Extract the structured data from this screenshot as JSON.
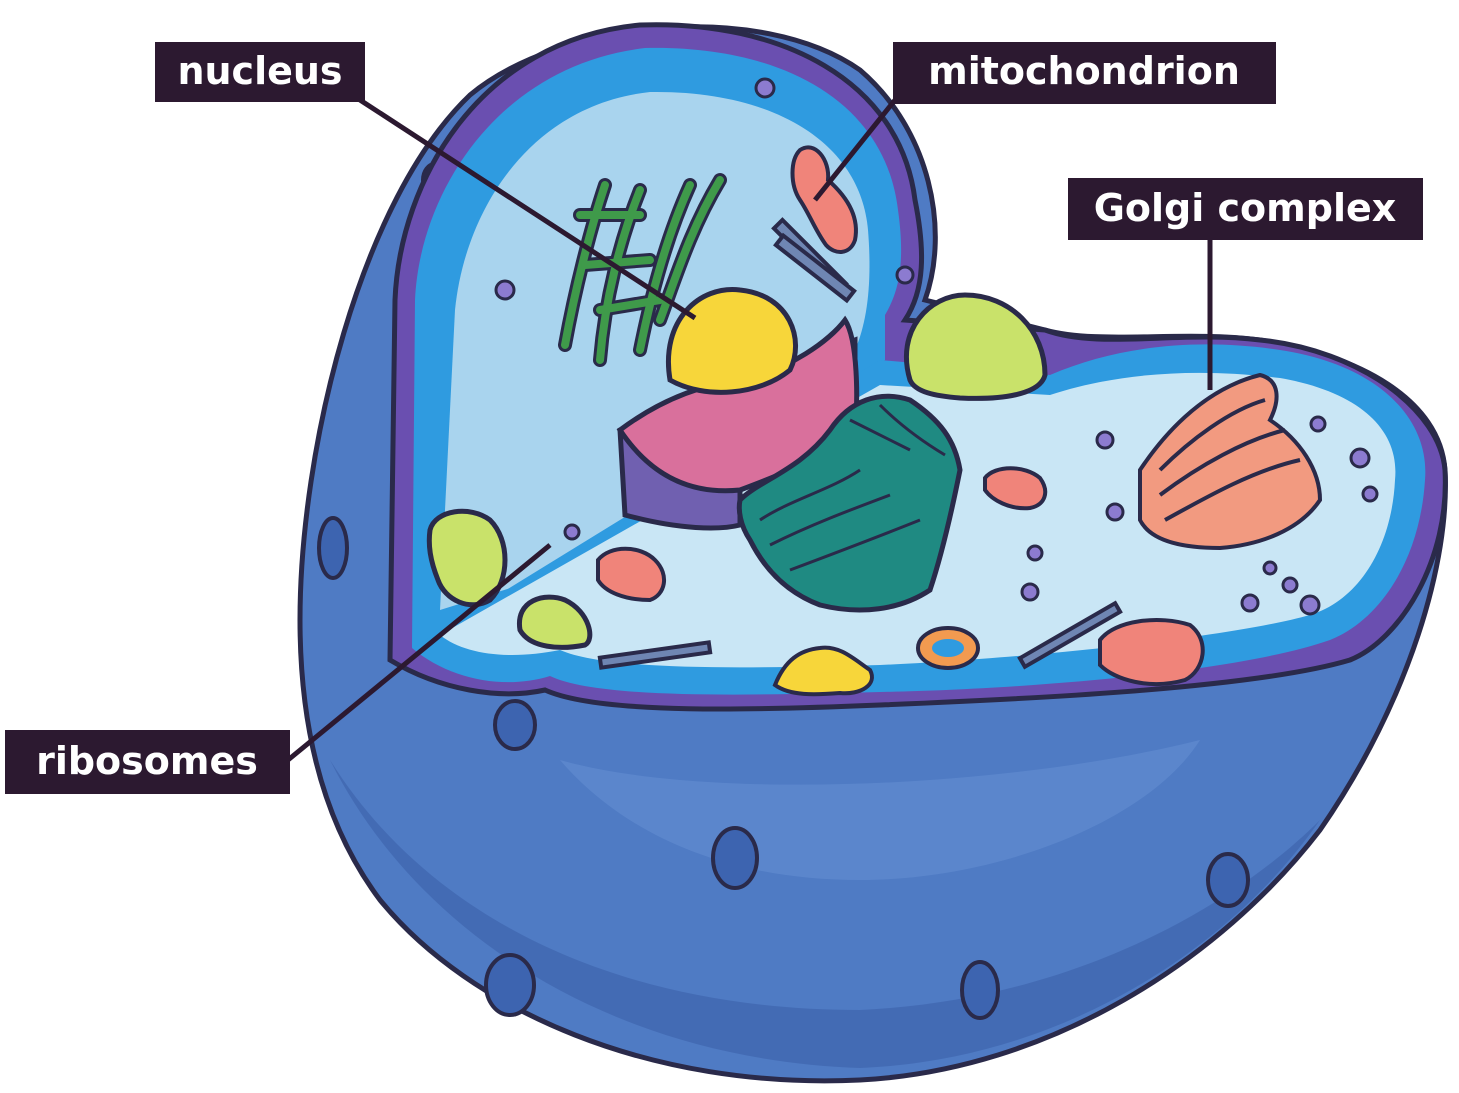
{
  "labels": {
    "nucleus": "nucleus",
    "mitochondrion": "mitochondrion",
    "golgi": "Golgi complex",
    "ribosomes": "ribosomes"
  },
  "colors": {
    "outer_membrane": "#4f7bc4",
    "outer_membrane_dark": "#3a5fa8",
    "membrane_rim": "#6a4fb0",
    "cytoplasm_wall": "#2f9be0",
    "cytoplasm_inner": "#a9d4ee",
    "cytoplasm_floor": "#c9e6f5",
    "nucleus_top": "#d9709c",
    "nucleus_side": "#7060b0",
    "nucleolus": "#f7d63a",
    "mitochondria": "#f0847a",
    "golgi": "#f29a80",
    "er_rough": "#1f8a82",
    "er_smooth": "#3f9a4a",
    "vacuole": "#c9e26a",
    "label_bg": "#2c1930",
    "label_text": "#ffffff"
  }
}
